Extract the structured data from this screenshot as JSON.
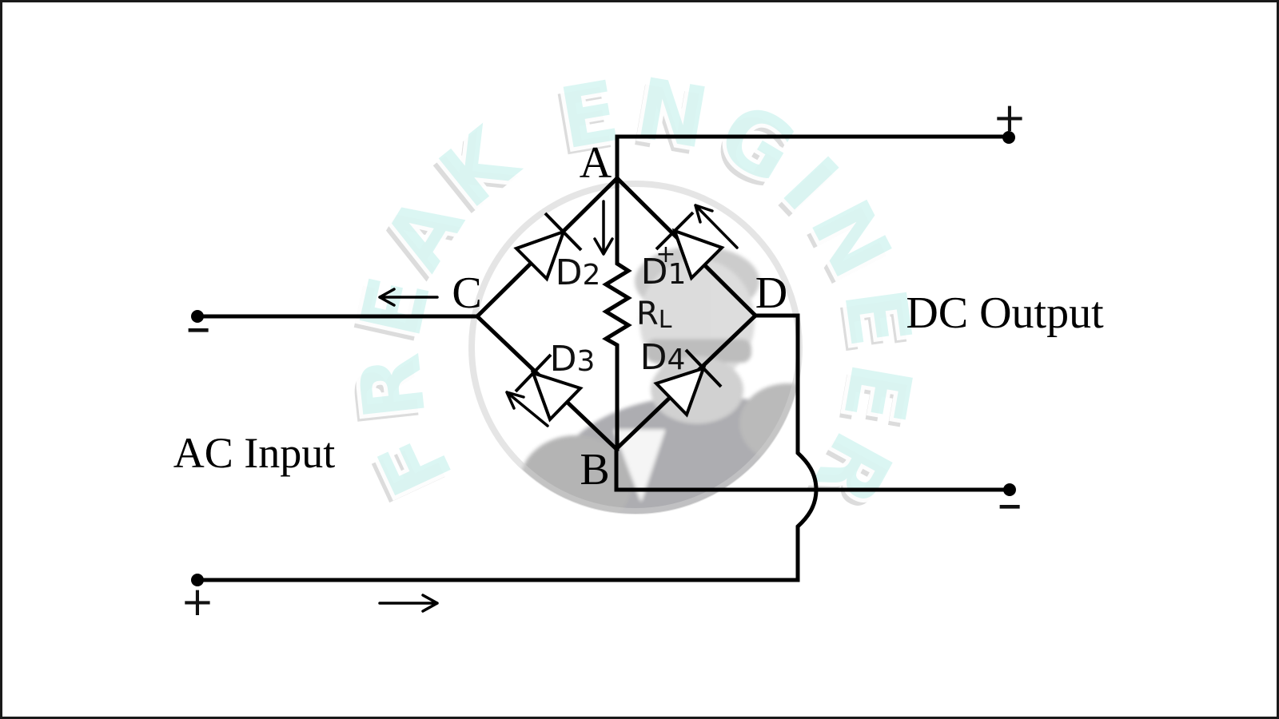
{
  "watermark": {
    "text": "FREAK ENGINEER"
  },
  "nodes": {
    "a": "A",
    "b": "B",
    "c": "C",
    "d": "D"
  },
  "diodes": {
    "d1": {
      "letter": "D",
      "num": "1"
    },
    "d2": {
      "letter": "D",
      "num": "2"
    },
    "d3": {
      "letter": "D",
      "num": "3"
    },
    "d4": {
      "letter": "D",
      "num": "4"
    }
  },
  "load": {
    "symbol": "R",
    "sub": "L"
  },
  "marks": {
    "plus": "+",
    "minus": "−",
    "polarity_plus": "+"
  },
  "io": {
    "ac": "AC Input",
    "dc": "DC Output"
  },
  "colors": {
    "wire": "#000000",
    "watermark_letters": "#daf6f3",
    "watermark_shadow": "#d7d7d7",
    "figure_gray": "#8a8a8a"
  }
}
